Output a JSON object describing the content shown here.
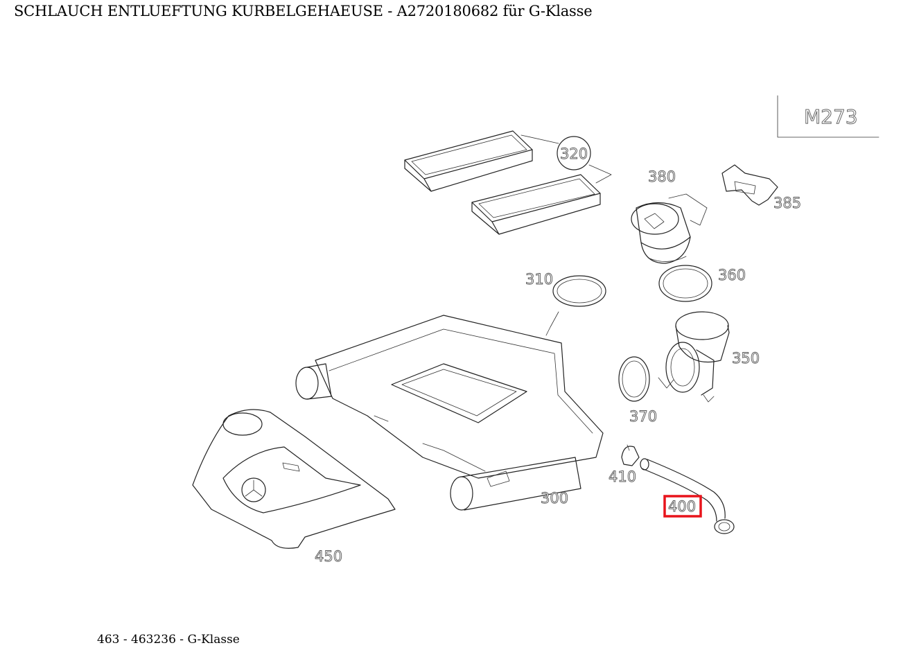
{
  "title": "SCHLAUCH ENTLUEFTUNG KURBELGEHAEUSE - A2720180682 für G-Klasse",
  "footer": "463 - 463236 - G-Klasse",
  "model_code": "M273",
  "highlight_color": "#e8141b",
  "highlighted_part": "400",
  "parts": {
    "p300": "300",
    "p310": "310",
    "p320": "320",
    "p350": "350",
    "p360": "360",
    "p370": "370",
    "p380": "380",
    "p385": "385",
    "p400": "400",
    "p410": "410",
    "p450": "450"
  }
}
